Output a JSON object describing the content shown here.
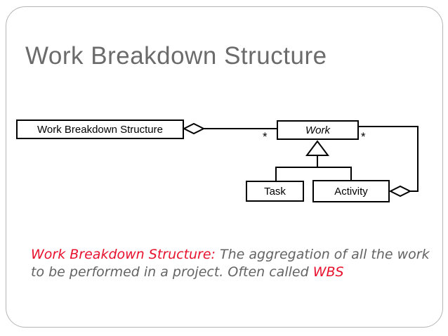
{
  "slide": {
    "title": "Work Breakdown Structure"
  },
  "diagram": {
    "wbs_label": "Work Breakdown Structure",
    "work_label": "Work",
    "task_label": "Task",
    "activity_label": "Activity",
    "left_multiplicity": "*",
    "right_multiplicity": "*"
  },
  "caption": {
    "lead": "Work Breakdown Structure:",
    "line1_rest": "The aggregation of all the work",
    "line2": "to be performed in a project. Often called",
    "highlight": "WBS"
  },
  "colors": {
    "title_gray": "#6b6b6b",
    "caption_gray": "#636363",
    "accent_red": "#e8112d",
    "line_black": "#000000",
    "slide_border_gray": "#b5b5b5"
  }
}
